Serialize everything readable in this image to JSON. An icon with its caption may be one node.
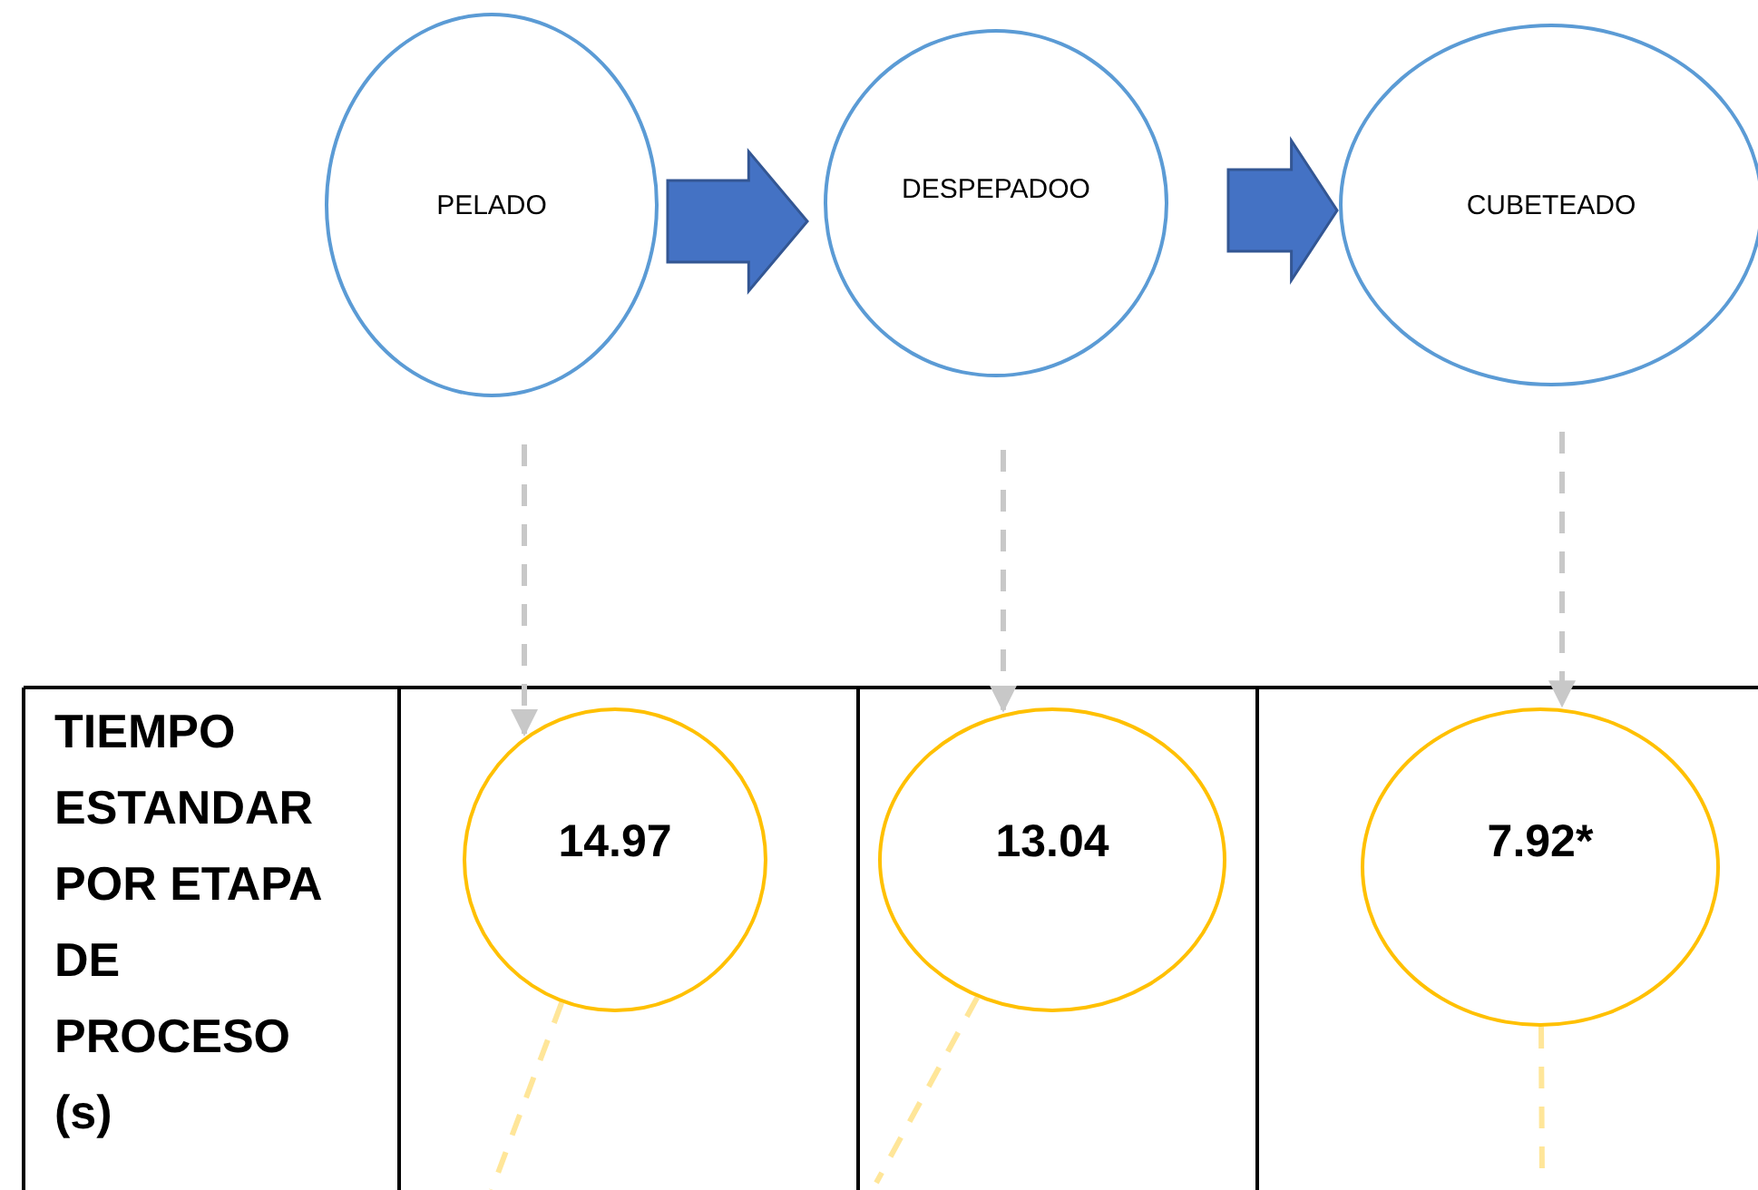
{
  "diagram": {
    "nodes": [
      {
        "text": [
          "PELADO"
        ]
      },
      {
        "text": [
          "DESPEPADOO"
        ]
      },
      {
        "text": [
          "CUBETEADO"
        ]
      },
      {
        "text": [
          "14.97"
        ]
      },
      {
        "text": [
          "13.04"
        ]
      },
      {
        "text": [
          "7.92*"
        ]
      }
    ],
    "edges": [
      {
        "from": 0,
        "to": 1,
        "arrow": "to",
        "style": "thick",
        "color": "#4472c4"
      },
      {
        "from": 1,
        "to": 2,
        "arrow": "to",
        "style": "thick",
        "color": "#4472c4"
      },
      {
        "from": 0,
        "to": 3,
        "arrow": "to",
        "style": "dashed"
      },
      {
        "from": 1,
        "to": 4,
        "arrow": "to",
        "style": "dashed"
      },
      {
        "from": 2,
        "to": 5,
        "arrow": "to",
        "style": "dashed"
      },
      {
        "from": 3,
        "to": null,
        "arrow": "none",
        "style": "dashed",
        "color": "#ffe699"
      },
      {
        "from": 4,
        "to": null,
        "arrow": "none",
        "style": "dashed",
        "color": "#ffe699"
      },
      {
        "from": 5,
        "to": null,
        "arrow": "none",
        "style": "dashed",
        "color": "#ffe699"
      }
    ],
    "labels": [
      "TIEMPO ESTANDAR POR ETAPA DE PROCESO (s)"
    ]
  }
}
